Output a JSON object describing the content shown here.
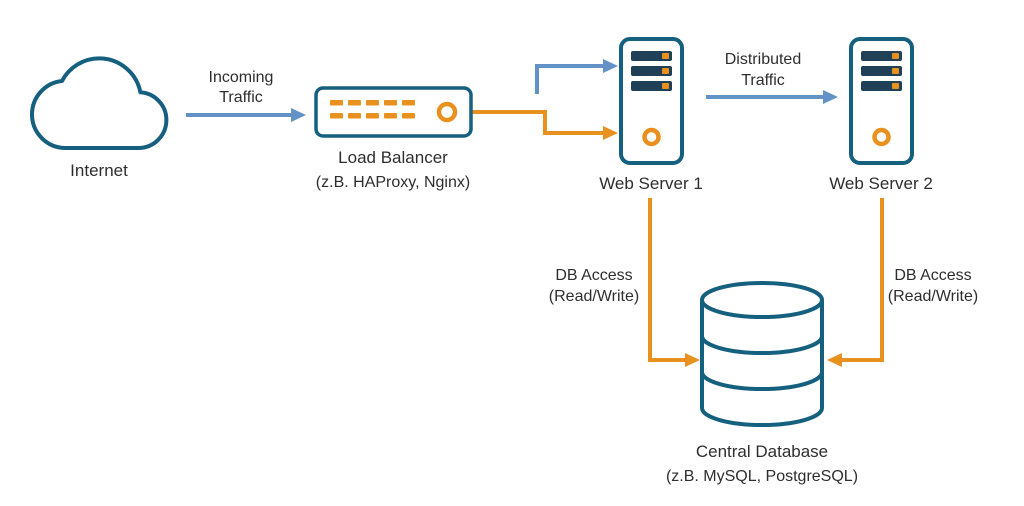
{
  "colors": {
    "teal": "#15607F",
    "dark": "#1F4057",
    "orange": "#E8911F",
    "blue": "#6292C6",
    "text": "#2E2E2E",
    "background": "#FFFFFF"
  },
  "nodes": {
    "internet": {
      "label": "Internet"
    },
    "load_balancer": {
      "label": "Load Balancer",
      "sublabel": "(z.B. HAProxy, Nginx)"
    },
    "web_server_1": {
      "label": "Web Server 1"
    },
    "web_server_2": {
      "label": "Web Server 2"
    },
    "database": {
      "label": "Central Database",
      "sublabel": "(z.B. MySQL, PostgreSQL)"
    }
  },
  "edges": {
    "incoming": {
      "lines": [
        "Incoming",
        "Traffic"
      ]
    },
    "distributed": {
      "lines": [
        "Distributed",
        "Traffic"
      ]
    },
    "db_access_left": {
      "lines": [
        "DB Access",
        "(Read/Write)"
      ]
    },
    "db_access_right": {
      "lines": [
        "DB Access",
        "(Read/Write)"
      ]
    }
  }
}
